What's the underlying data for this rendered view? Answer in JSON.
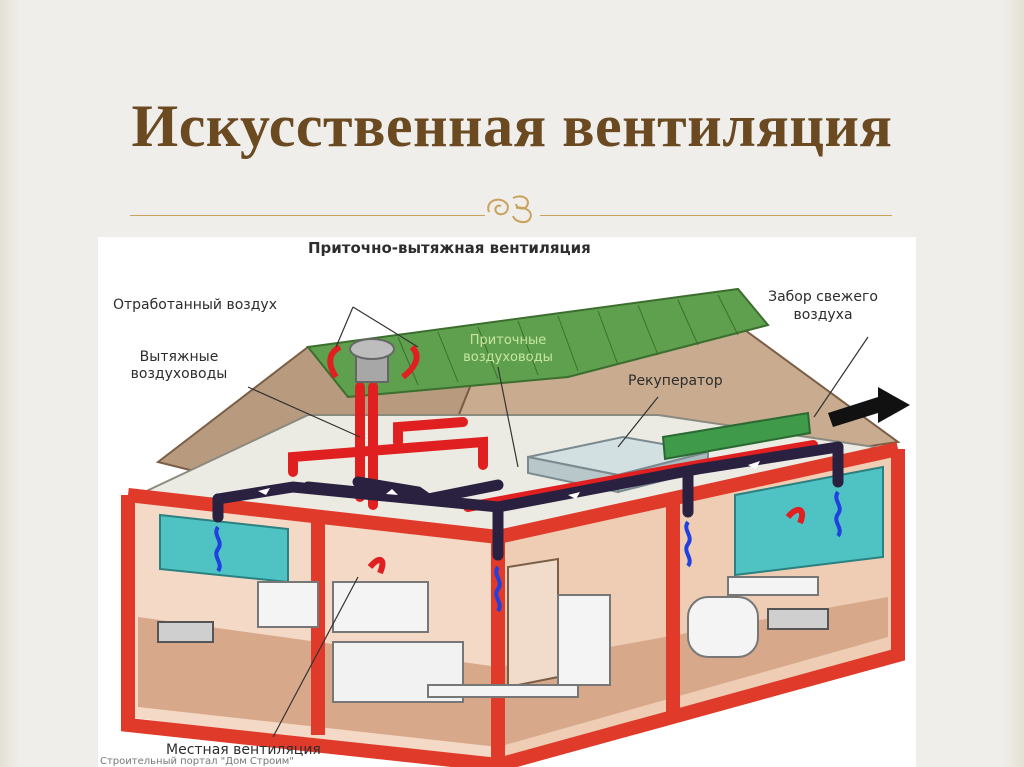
{
  "slide": {
    "title": "Искусственная вентиляция"
  },
  "diagram": {
    "heading": "Приточно-вытяжная вентиляция",
    "labels": {
      "exhaust_air": "Отработанный воздух",
      "exhaust_ducts_1": "Вытяжные",
      "exhaust_ducts_2": "воздуховоды",
      "supply_ducts_1": "Приточные",
      "supply_ducts_2": "воздуховоды",
      "fresh_air_1": "Забор свежего",
      "fresh_air_2": "воздуха",
      "recuperator": "Рекуператор",
      "local_ventilation": "Местная вентиляция"
    },
    "credit": "Строительный портал \"Дом Строим\""
  },
  "colors": {
    "title": "#6b4a22",
    "divider": "#c9a25c",
    "roof": "#5fa04e",
    "walls": "#e03a2a",
    "duct_dark": "#2a2040",
    "duct_red": "#e02020",
    "arrow_blue": "#2040e0",
    "window": "#4fc3c3"
  },
  "icons": [
    "ornament-icon",
    "fan-icon",
    "arrow-icon"
  ]
}
